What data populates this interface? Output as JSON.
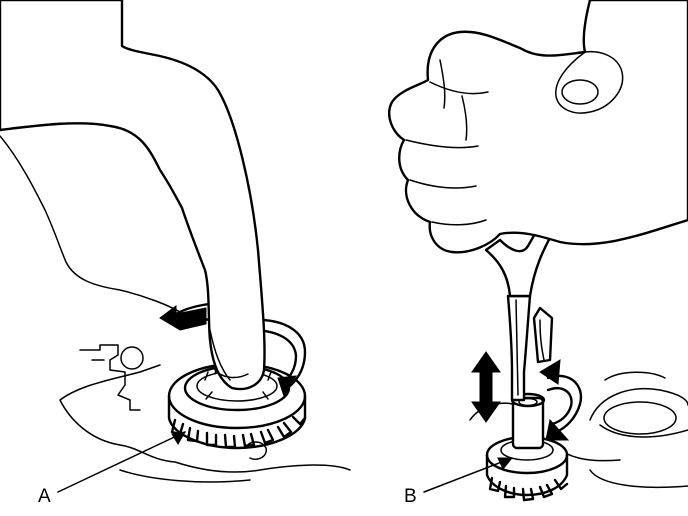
{
  "figure": {
    "callouts": [
      {
        "id": "A",
        "label": "A"
      },
      {
        "id": "B",
        "label": "B"
      }
    ]
  }
}
